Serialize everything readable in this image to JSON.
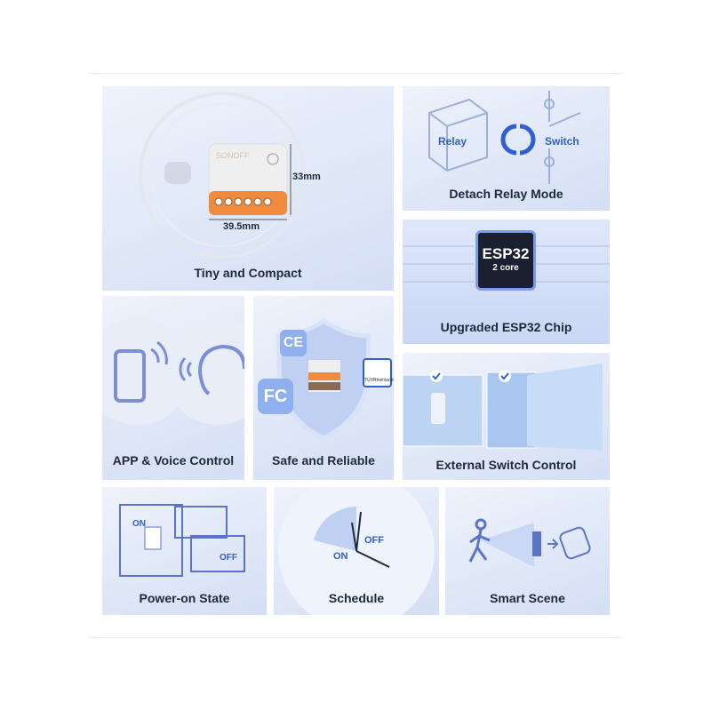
{
  "features": [
    {
      "label": "Tiny and Compact",
      "width_label": "39.5mm",
      "height_label": "33mm",
      "brand": "SONOFF"
    },
    {
      "label": "Detach Relay Mode",
      "left": "Relay",
      "right": "Switch"
    },
    {
      "label": "Upgraded ESP32 Chip",
      "chip": "ESP32",
      "chip_sub": "2 core"
    },
    {
      "label": "APP & Voice Control"
    },
    {
      "label": "Safe and Reliable",
      "certs": [
        "CE",
        "FC",
        "TÜVRheinland"
      ]
    },
    {
      "label": "External Switch Control"
    },
    {
      "label": "Power-on State",
      "on": "ON",
      "off": "OFF"
    },
    {
      "label": "Schedule",
      "on": "ON",
      "off": "OFF"
    },
    {
      "label": "Smart Scene"
    }
  ],
  "colors": {
    "accent": "#2f5fd0",
    "orange": "#f08a3c",
    "text": "#1e2a3a"
  }
}
